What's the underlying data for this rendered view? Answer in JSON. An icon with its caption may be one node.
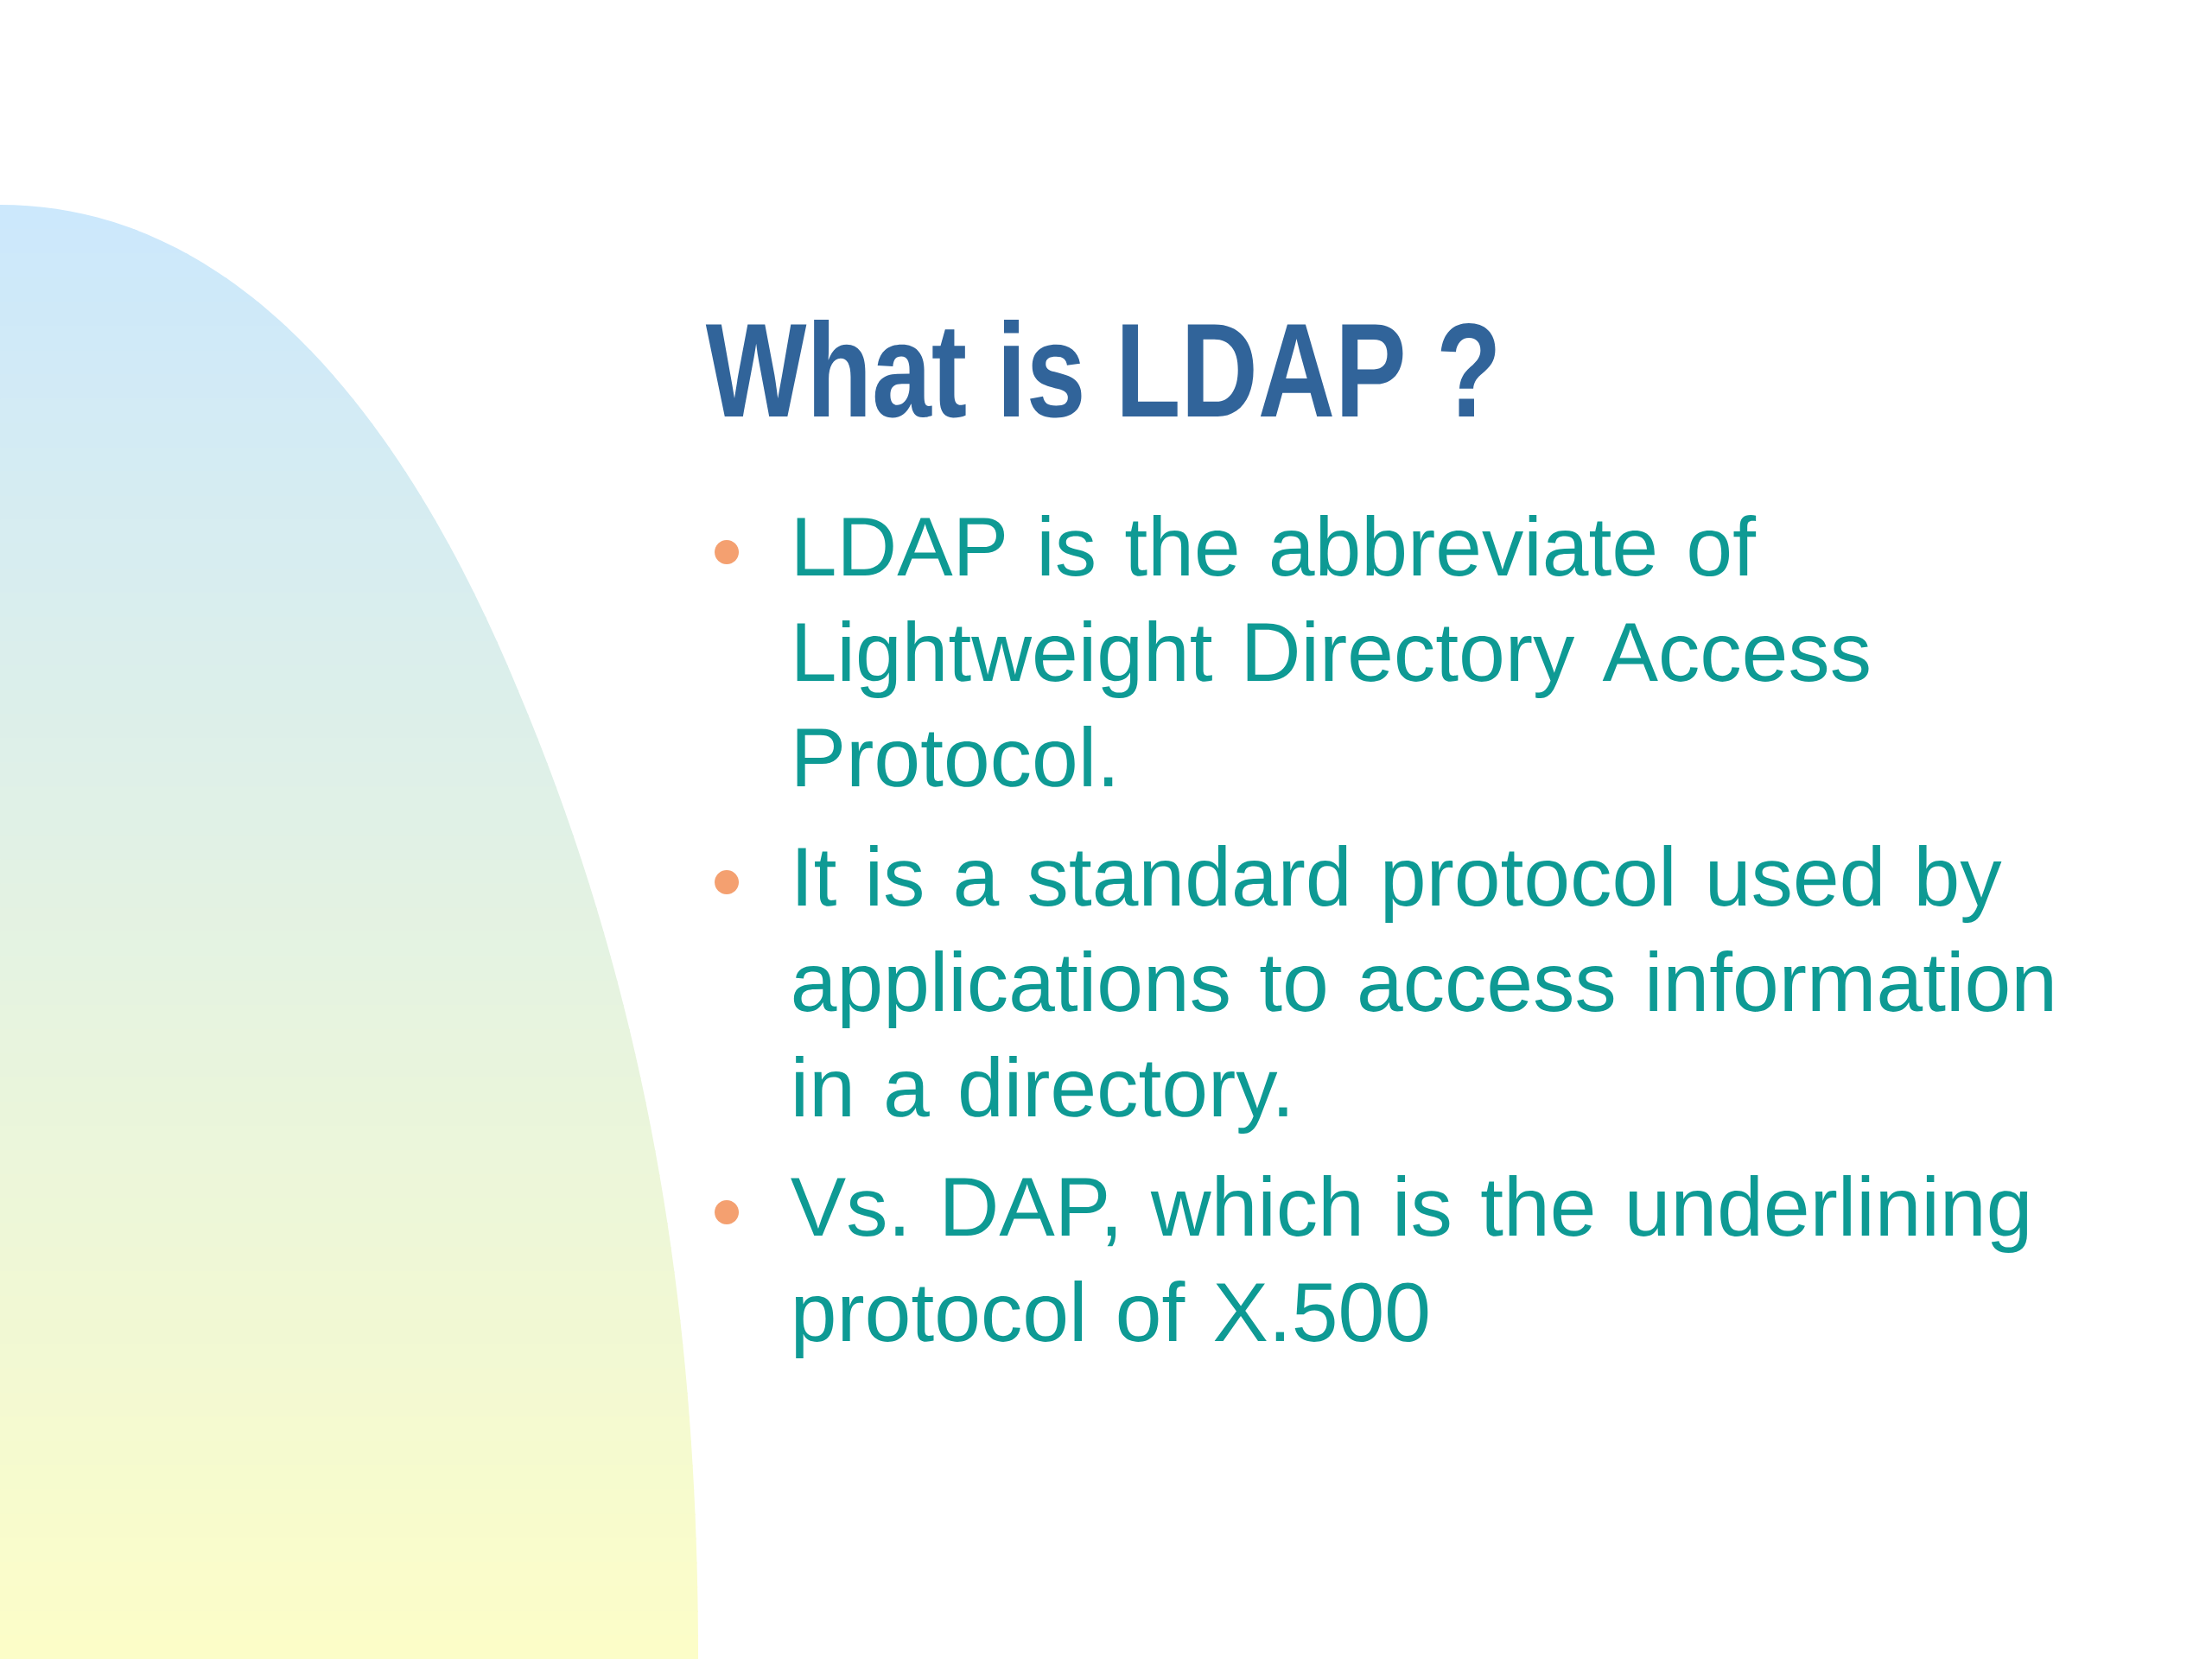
{
  "diagram": {
    "title": "What is LDAP ?",
    "labels": [
      "LDAP is the abbreviate of Lightweight Directory Access Protocol.",
      "It is a standard protocol used by applications to access information in a directory.",
      "Vs. DAP, which is the underlining protocol of  X.500"
    ]
  }
}
